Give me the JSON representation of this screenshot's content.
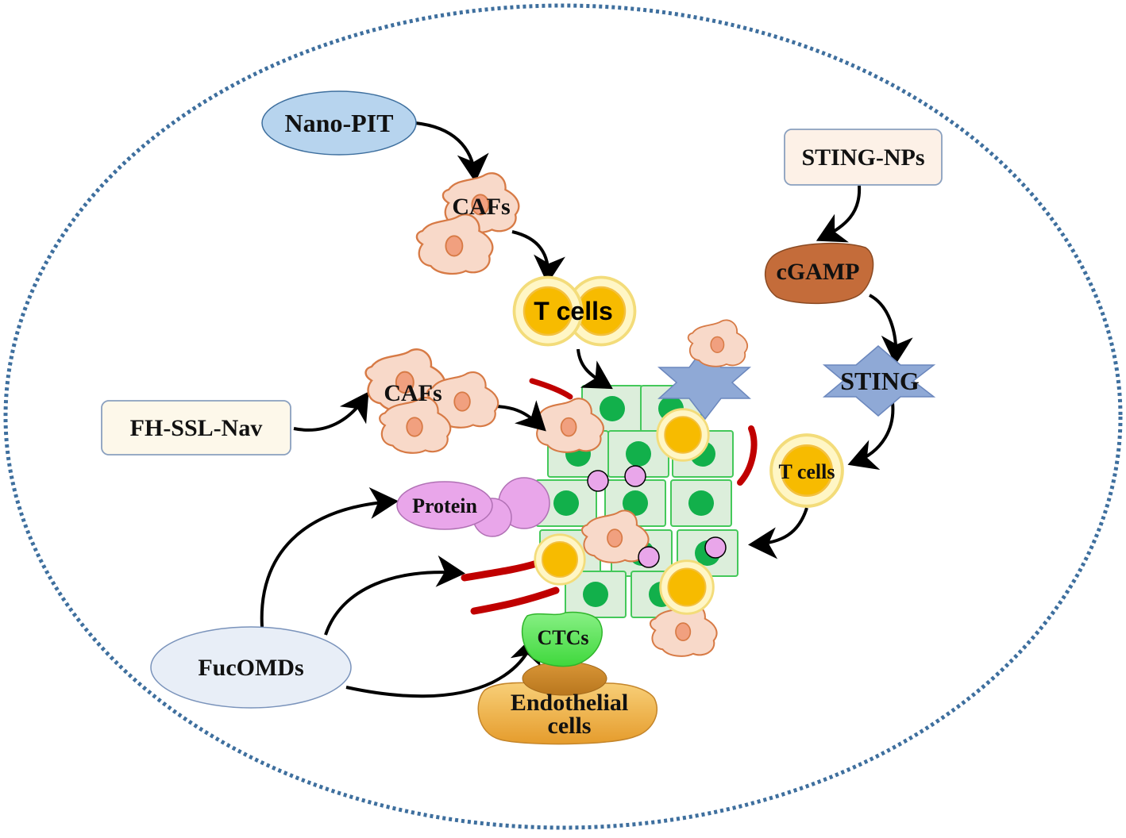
{
  "labels": {
    "nano_pit": "Nano-PIT",
    "cafs_top": "CAFs",
    "t_cells_top": "T cells",
    "sting_nps": "STING-NPs",
    "cgamp": "cGAMP",
    "sting": "STING",
    "t_cells_right": "T cells",
    "fh_ssl_nav": "FH-SSL-Nav",
    "cafs_left": "CAFs",
    "protein": "Protein",
    "fucomds": "FucOMDs",
    "ctcs": "CTCs",
    "endothelial_line1": "Endothelial",
    "endothelial_line2": "cells"
  },
  "colors": {
    "border_dots": "#3e6f9e",
    "nano_pit_fill": "#b7d4ee",
    "caf_fill": "#f8d9c9",
    "caf_stroke": "#d77a45",
    "caf_nucleus": "#f1a07f",
    "tcell_outer": "#fff6c5",
    "tcell_ring": "#f3dc7a",
    "tcell_core": "#f7bb00",
    "sting_nps_fill": "#fdf1e7",
    "cgamp_fill": "#c46c3a",
    "sting_fill": "#8fa9d6",
    "fh_ssl_fill": "#fdf8ea",
    "protein_fill": "#e9a6ea",
    "fucomds_fill": "#e8eef7",
    "ctcs_fill": "#6fea6b",
    "endothelial_fill": "#f2b856",
    "tumor_cell_fill": "#dceedb",
    "tumor_cell_stroke": "#44c85a",
    "tumor_nucleus": "#12b04b",
    "red_line": "#c00000"
  }
}
